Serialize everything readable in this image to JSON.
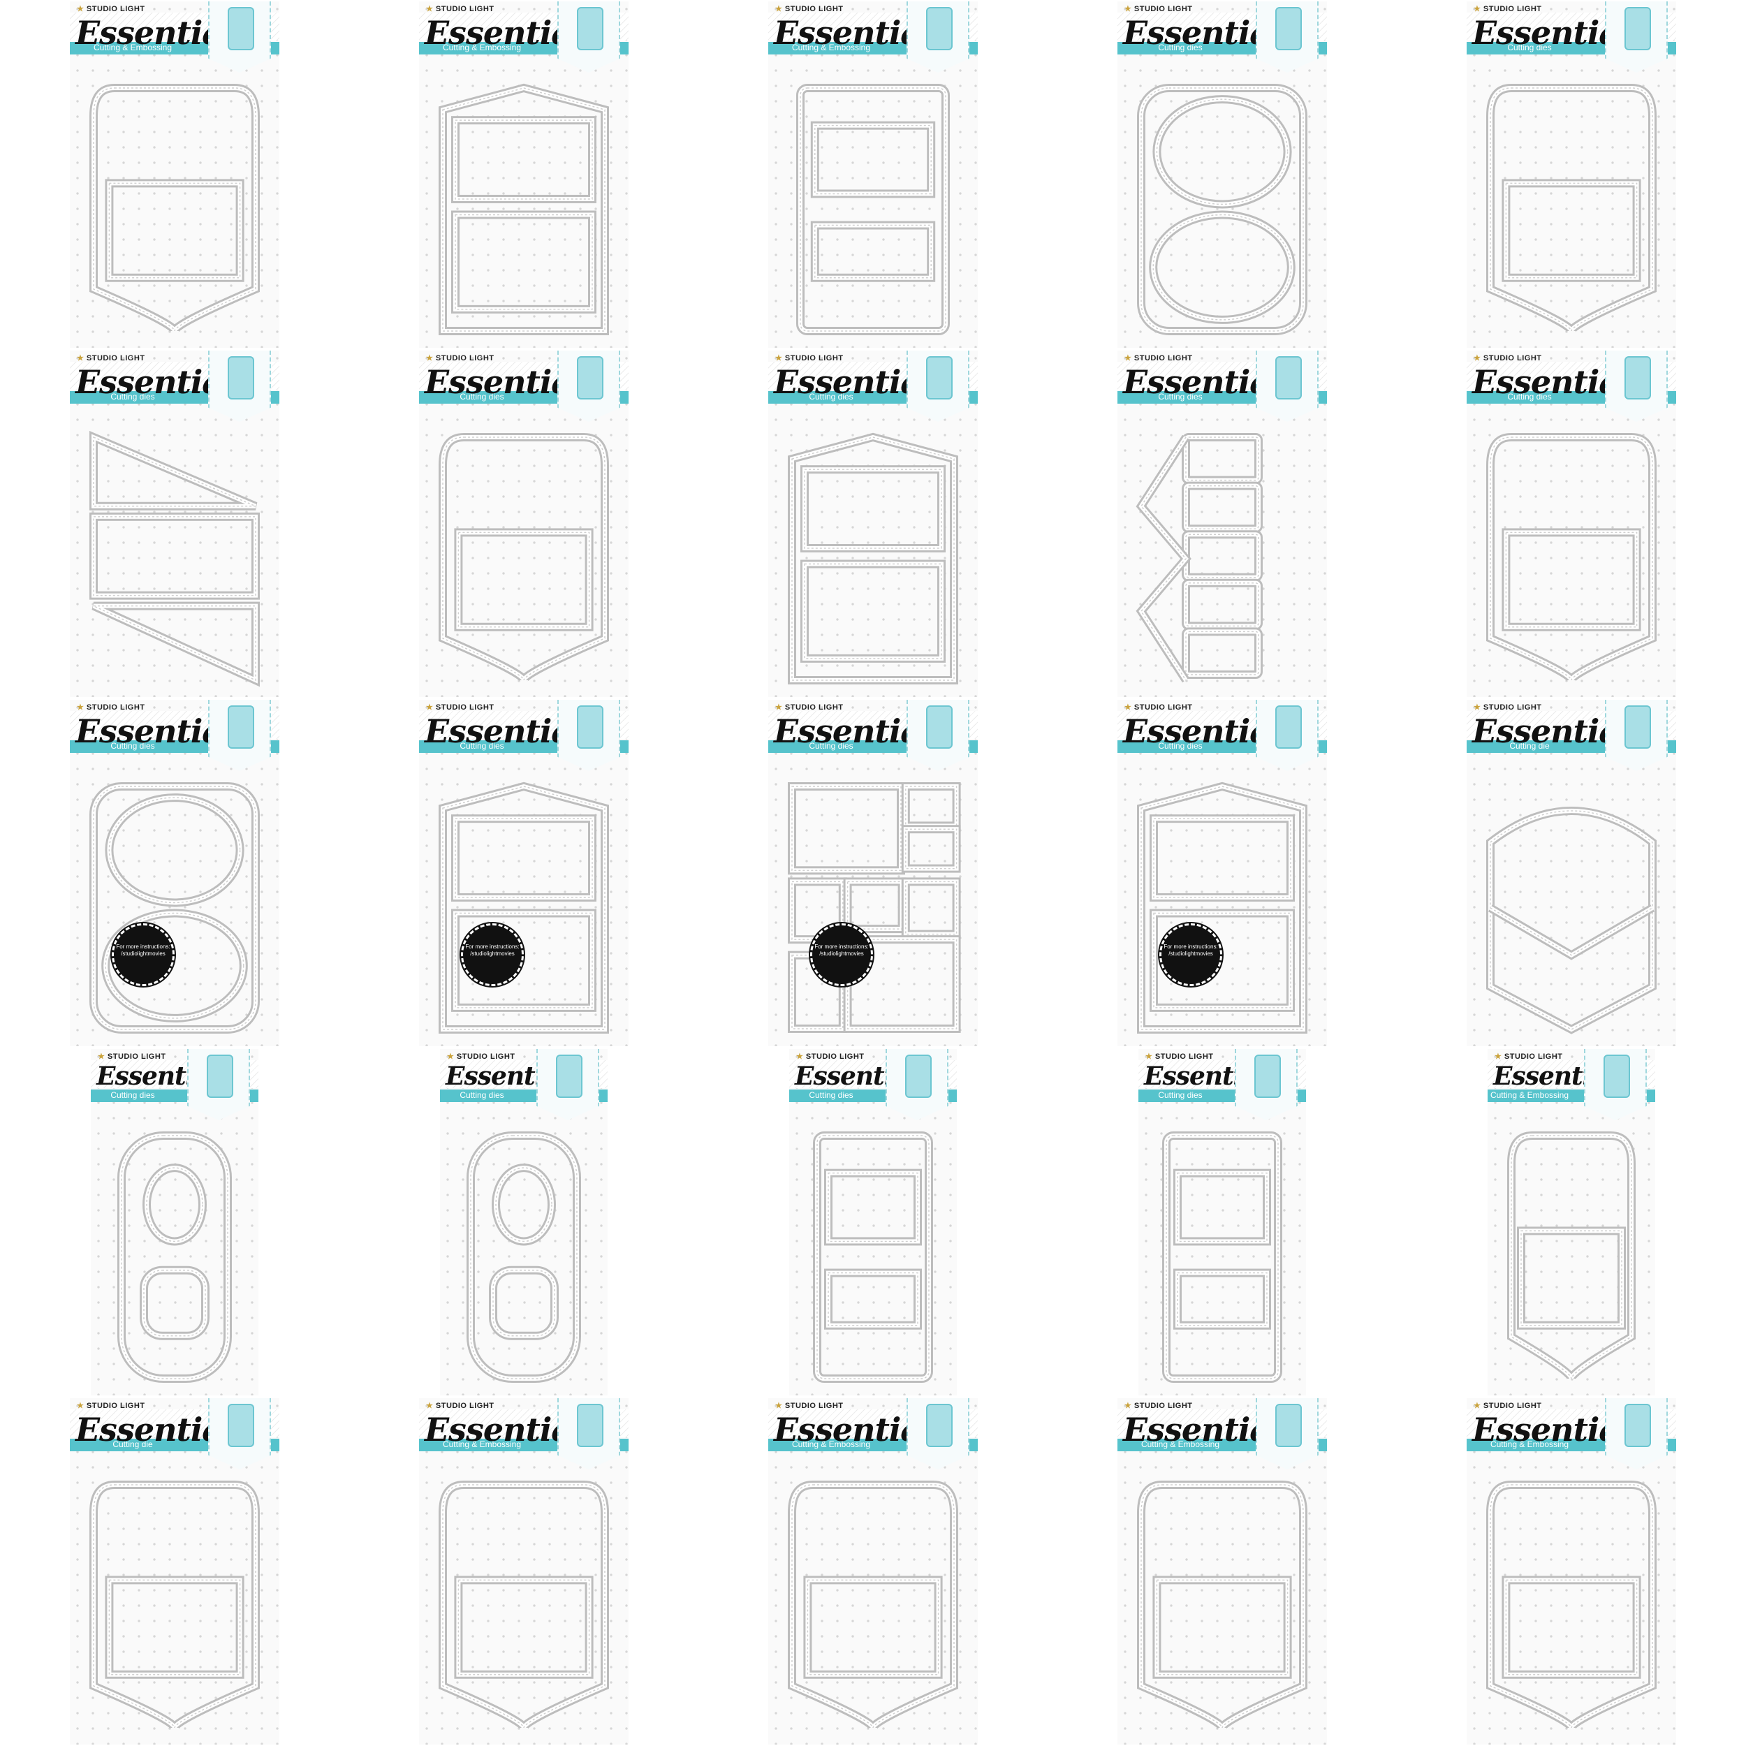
{
  "brand": "STUDIO LIGHT",
  "title": "Essentials",
  "colors": {
    "accent": "#56c3cc",
    "die_line": "#bdbdbd",
    "marker": "#111111"
  },
  "marker_text": "For more instructions: /studiolightmovies",
  "products": [
    {
      "subtitle": "Cutting & Embossing",
      "shape": "bracket-tag",
      "icon": "bracket-tag-icon"
    },
    {
      "subtitle": "Cutting & Embossing",
      "shape": "ticket-sections",
      "icon": "ticket-icon"
    },
    {
      "subtitle": "Cutting & Embossing",
      "shape": "tall-ticket",
      "icon": "tall-ticket-icon"
    },
    {
      "subtitle": "Cutting dies",
      "shape": "circle-frame",
      "icon": "circle-frame-icon"
    },
    {
      "subtitle": "Cutting dies",
      "shape": "stepped-bracket",
      "icon": "stepped-bracket-icon"
    },
    {
      "subtitle": "Cutting dies",
      "shape": "diagonal-floral",
      "icon": "diagonal-pocket-icon"
    },
    {
      "subtitle": "Cutting dies",
      "shape": "lace-arch",
      "icon": "lace-arch-icon"
    },
    {
      "subtitle": "Cutting dies",
      "shape": "envelope-pocket",
      "icon": "envelope-icon"
    },
    {
      "subtitle": "Cutting dies",
      "shape": "gift-box",
      "icon": "gift-box-icon"
    },
    {
      "subtitle": "Cutting dies",
      "shape": "tag-pocket",
      "icon": "tag-pocket-icon"
    },
    {
      "subtitle": "Cutting dies",
      "shape": "oval-frames",
      "icon": "oval-frame-icon",
      "marker": true
    },
    {
      "subtitle": "Cutting dies",
      "shape": "pocket-box",
      "icon": "box-icon",
      "marker": true
    },
    {
      "subtitle": "Cutting dies",
      "shape": "mosaic-frames",
      "icon": "mosaic-icon",
      "marker": true
    },
    {
      "subtitle": "Cutting dies",
      "shape": "folder-pocket",
      "icon": "folder-icon",
      "marker": true
    },
    {
      "subtitle": "Cutting die",
      "shape": "envelope-flap",
      "icon": "envelope-flap-icon"
    },
    {
      "subtitle": "Cutting dies",
      "shape": "scalloped-oval",
      "icon": "scalloped-oval-icon"
    },
    {
      "subtitle": "Cutting dies",
      "shape": "heart-quatrefoil",
      "icon": "heart-icon"
    },
    {
      "subtitle": "Cutting dies",
      "shape": "stamp-ticket",
      "icon": "stamp-icon"
    },
    {
      "subtitle": "Cutting dies",
      "shape": "tag-ticket",
      "icon": "tag-ticket-icon"
    },
    {
      "subtitle": "Cutting & Embossing",
      "shape": "ornate-shield",
      "icon": "ornate-shield-icon"
    },
    {
      "subtitle": "Cutting die",
      "shape": "fan-frame",
      "icon": "fan-frame-icon"
    },
    {
      "subtitle": "Cutting & Embossing",
      "shape": "lattice-arch",
      "icon": "lattice-arch-icon"
    },
    {
      "subtitle": "Cutting & Embossing",
      "shape": "floral-border",
      "icon": "floral-border-icon"
    },
    {
      "subtitle": "Cutting & Embossing",
      "shape": "floral-bracket",
      "icon": "floral-bracket-icon"
    },
    {
      "subtitle": "Cutting & Embossing",
      "shape": "lace-doily",
      "icon": "lace-doily-icon"
    }
  ]
}
